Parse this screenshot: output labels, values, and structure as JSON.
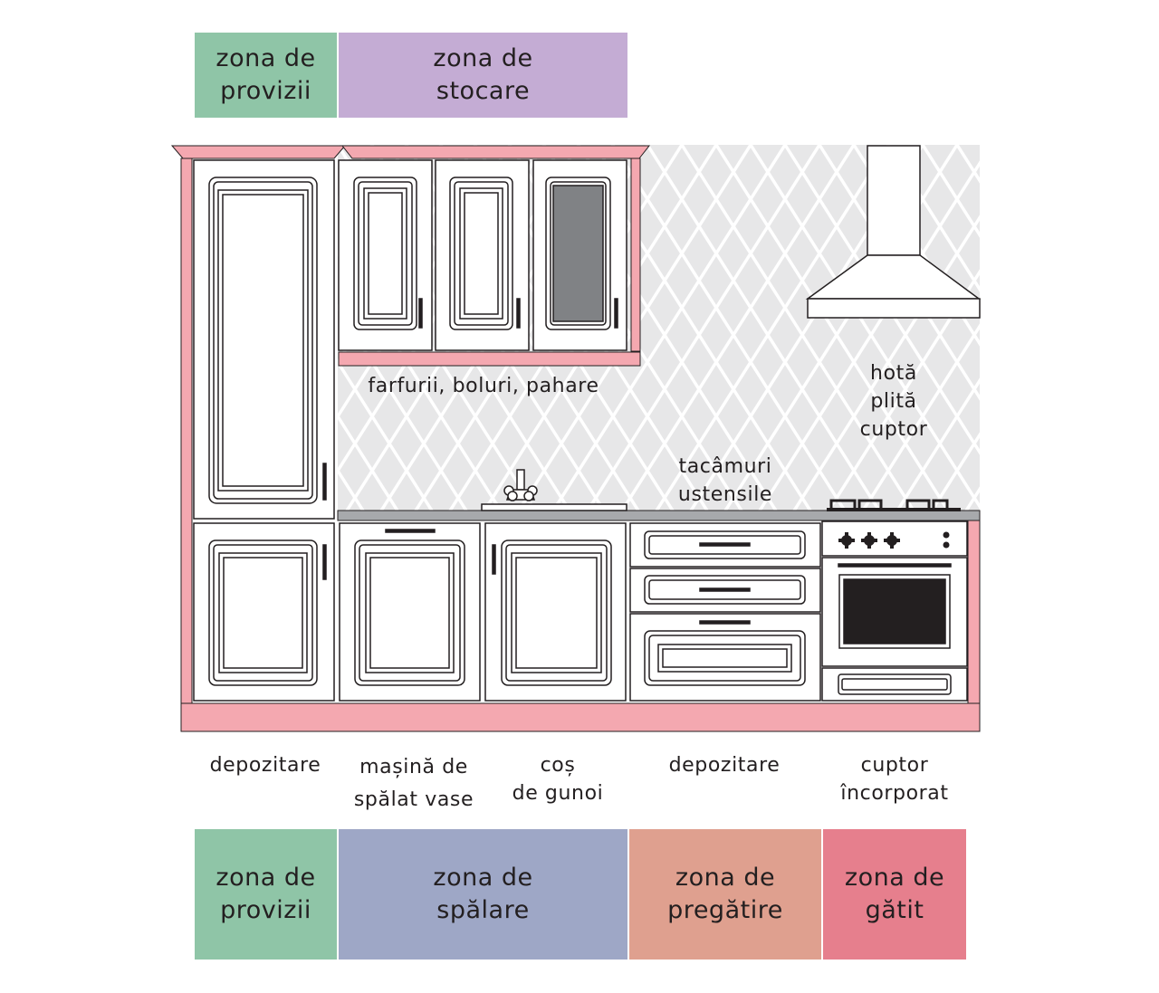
{
  "colors": {
    "provizii": "#8fc5a7",
    "stocare": "#c4acd4",
    "spalare": "#9ea7c6",
    "pregatire": "#dfa08f",
    "gatit": "#e67f8d",
    "frame": "#f4a8b0",
    "tile_bg": "#e7e7e8",
    "countertop": "#a7a9ac",
    "glass": "#808285",
    "outline": "#231f20"
  },
  "top_zones": [
    {
      "id": "provizii",
      "label": "zona de\nprovizii"
    },
    {
      "id": "stocare",
      "label": "zona de\nstocare"
    }
  ],
  "bottom_zones": [
    {
      "id": "provizii",
      "label": "zona de\nprovizii"
    },
    {
      "id": "spalare",
      "label": "zona de\nspălare"
    },
    {
      "id": "pregatire",
      "label": "zona de\npregătire"
    },
    {
      "id": "gatit",
      "label": "zona de\ngătit"
    }
  ],
  "inner_labels": {
    "wall_cabinets": "farfurii, boluri, pahare",
    "hood_stove_oven": "hotă\nplită\ncuptor",
    "cutlery": "tacâmuri\nustensile"
  },
  "bottom_labels": {
    "storage_left": "depozitare",
    "dishwasher": "mașină de\nspălat vase",
    "trash": "coș\nde gunoi",
    "storage_drawers": "depozitare",
    "built_in_oven": "cuptor\nîncorporat"
  }
}
